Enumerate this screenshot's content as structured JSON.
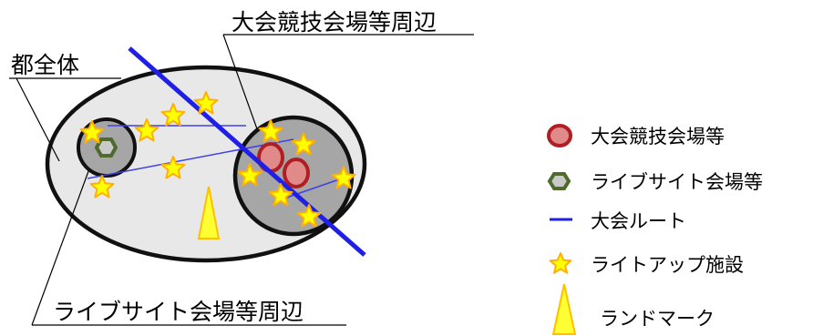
{
  "labels": {
    "whole_city": "都全体",
    "venue_area": "大会競技会場等周辺",
    "live_site_area": "ライブサイト会場等周辺"
  },
  "legend": [
    {
      "icon": "red-circle-icon",
      "label": "大会競技会場等"
    },
    {
      "icon": "green-hexagon-icon",
      "label": "ライブサイト会場等"
    },
    {
      "icon": "blue-line-icon",
      "label": "大会ルート"
    },
    {
      "icon": "star-icon",
      "label": "ライトアップ施設"
    },
    {
      "icon": "yellow-cone-icon",
      "label": "ランドマーク"
    }
  ],
  "colors": {
    "region_fill": "#e8e8e8",
    "area_fill": "#a6a6a6",
    "venue_fill": "#e08a8a",
    "venue_border": "#b01e23",
    "live_site_fill": "#c9c9c9",
    "live_site_border": "#4e6b2c",
    "route": "#1f1fe6",
    "connector": "#4040e6",
    "star_fill": "#ffff00",
    "star_border": "#ffb000",
    "landmark_fill": "#ffff33",
    "landmark_border": "#ffc000"
  }
}
